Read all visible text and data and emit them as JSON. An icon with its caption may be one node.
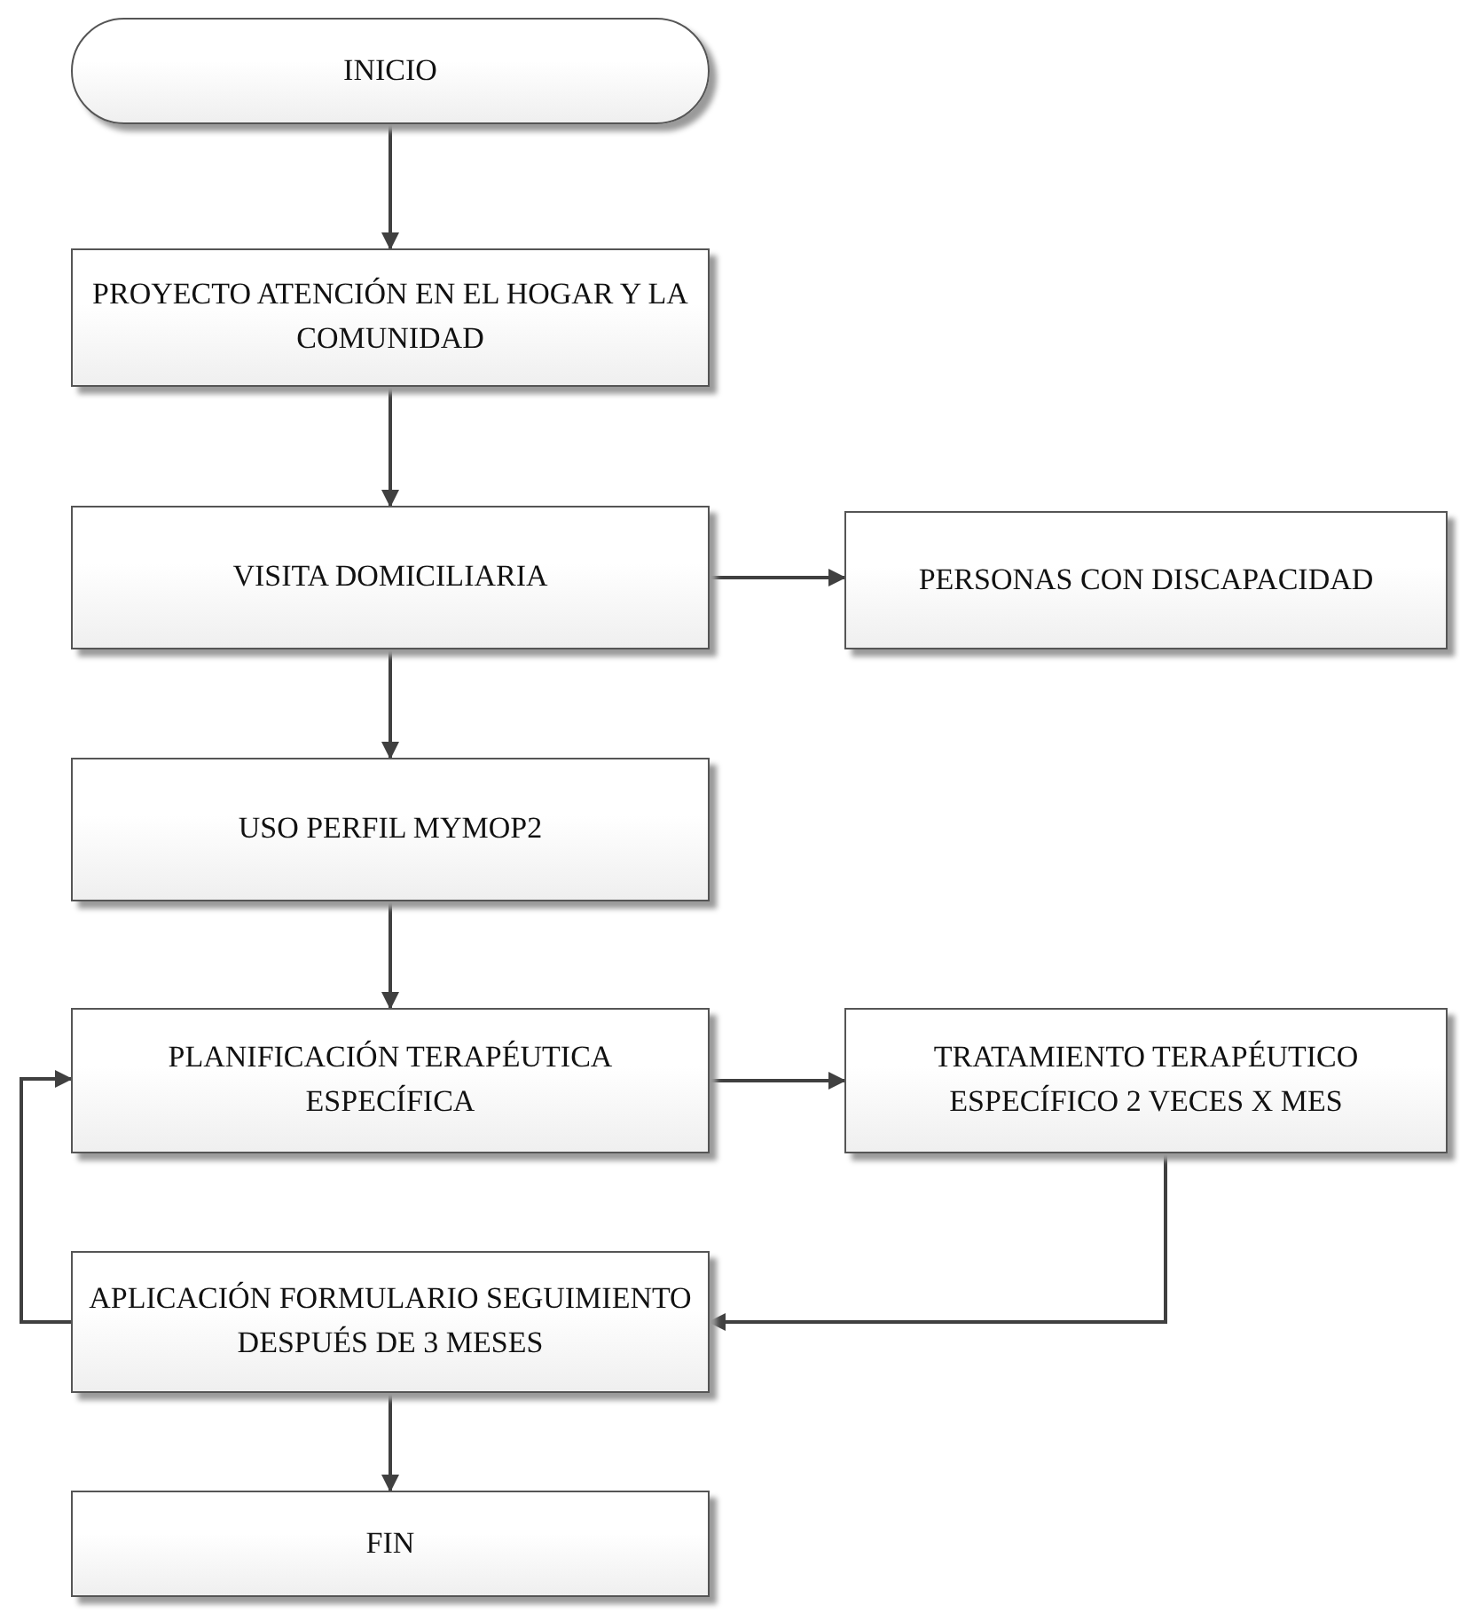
{
  "diagram": {
    "nodes": [
      {
        "text": [
          "INICIO"
        ]
      },
      {
        "text": [
          "PROYECTO ATENCIÓN EN EL HOGAR Y LA COMUNIDAD"
        ]
      },
      {
        "text": [
          "VISITA DOMICILIARIA"
        ]
      },
      {
        "text": [
          "PERSONAS CON DISCAPACIDAD"
        ]
      },
      {
        "text": [
          "USO PERFIL MYMOP2"
        ]
      },
      {
        "text": [
          "PLANIFICACIÓN TERAPÉUTICA ESPECÍFICA"
        ]
      },
      {
        "text": [
          "TRATAMIENTO TERAPÉUTICO ESPECÍFICO 2 VECES X MES"
        ]
      },
      {
        "text": [
          "APLICACIÓN FORMULARIO SEGUIMIENTO DESPUÉS DE 3 MESES"
        ]
      },
      {
        "text": [
          "FIN"
        ]
      }
    ],
    "edges": [
      {
        "from": 0,
        "to": 1,
        "arrow": "to"
      },
      {
        "from": 1,
        "to": 2,
        "arrow": "to"
      },
      {
        "from": 2,
        "to": 3,
        "arrow": "to"
      },
      {
        "from": 2,
        "to": 4,
        "arrow": "to"
      },
      {
        "from": 4,
        "to": 5,
        "arrow": "to"
      },
      {
        "from": 5,
        "to": 6,
        "arrow": "to"
      },
      {
        "from": 6,
        "to": 7,
        "arrow": "to"
      },
      {
        "from": 7,
        "to": 5,
        "arrow": "to"
      },
      {
        "from": 7,
        "to": 8,
        "arrow": "to"
      }
    ]
  }
}
